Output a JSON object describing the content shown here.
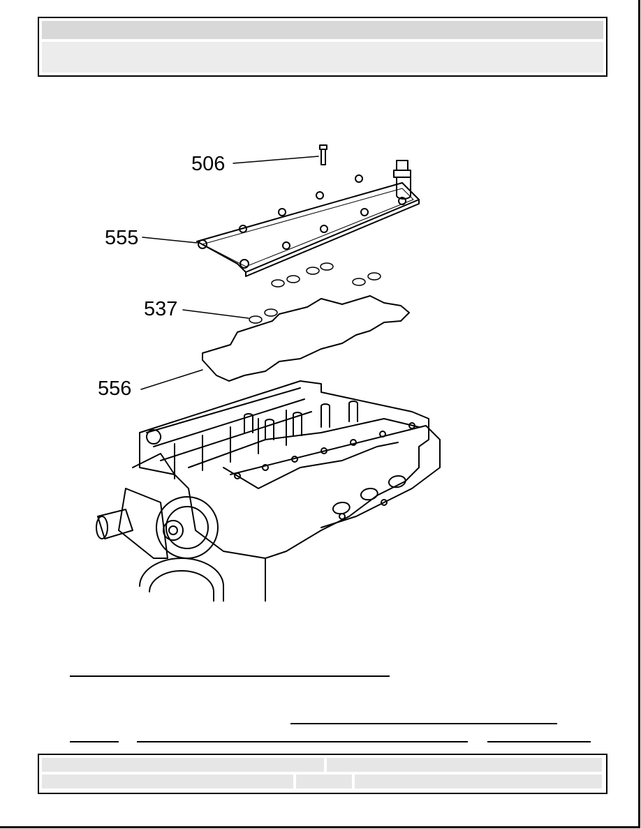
{
  "figure": {
    "callouts": [
      {
        "id": "bolt",
        "label": "506"
      },
      {
        "id": "cover",
        "label": "555"
      },
      {
        "id": "seal",
        "label": "537"
      },
      {
        "id": "gasket",
        "label": "556"
      }
    ]
  },
  "colors": {
    "ink": "#000000",
    "header_bar": "#d8d8d8",
    "header_body": "#ececec",
    "footer_cell": "#e6e6e6"
  }
}
